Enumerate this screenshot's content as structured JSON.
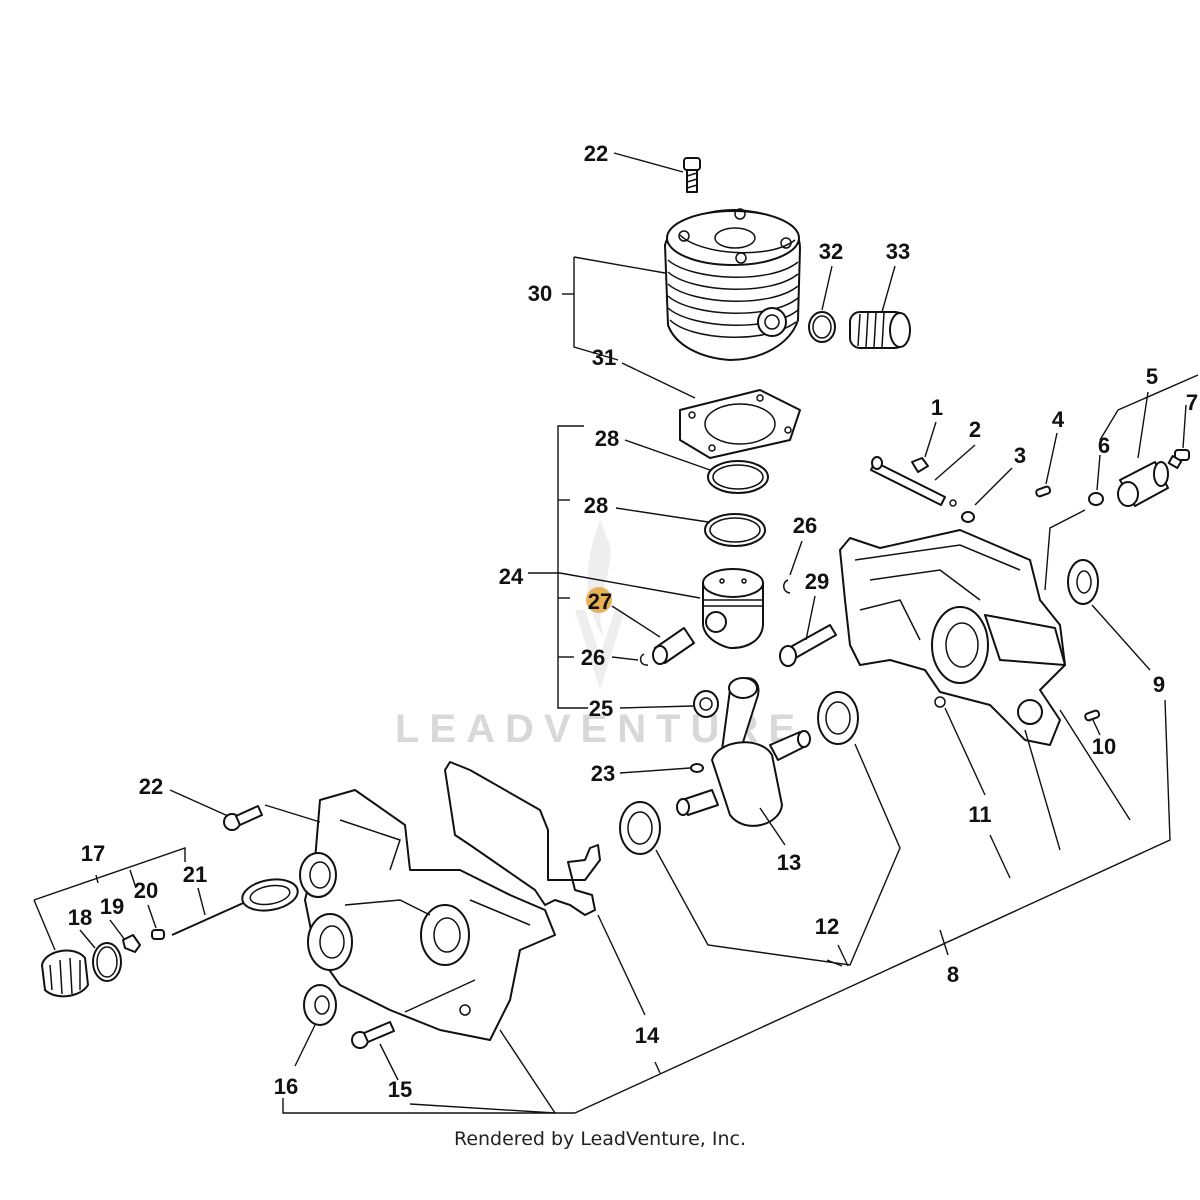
{
  "watermark": "LEADVENTURE",
  "footer": "Rendered by LeadVenture, Inc.",
  "highlight_color": "#e8a33a",
  "callouts": {
    "c22_top": "22",
    "c30": "30",
    "c31": "31",
    "c32": "32",
    "c33": "33",
    "c28_a": "28",
    "c28_b": "28",
    "c24": "24",
    "c27": "27",
    "c26_a": "26",
    "c26_b": "26",
    "c25": "25",
    "c29": "29",
    "c23": "23",
    "c13": "13",
    "c12": "12",
    "c1": "1",
    "c2": "2",
    "c3": "3",
    "c4": "4",
    "c5": "5",
    "c6": "6",
    "c7": "7",
    "c9": "9",
    "c10": "10",
    "c11": "11",
    "c8": "8",
    "c22_left": "22",
    "c17": "17",
    "c18": "18",
    "c19": "19",
    "c20": "20",
    "c21": "21",
    "c14": "14",
    "c16": "16",
    "c15": "15"
  }
}
